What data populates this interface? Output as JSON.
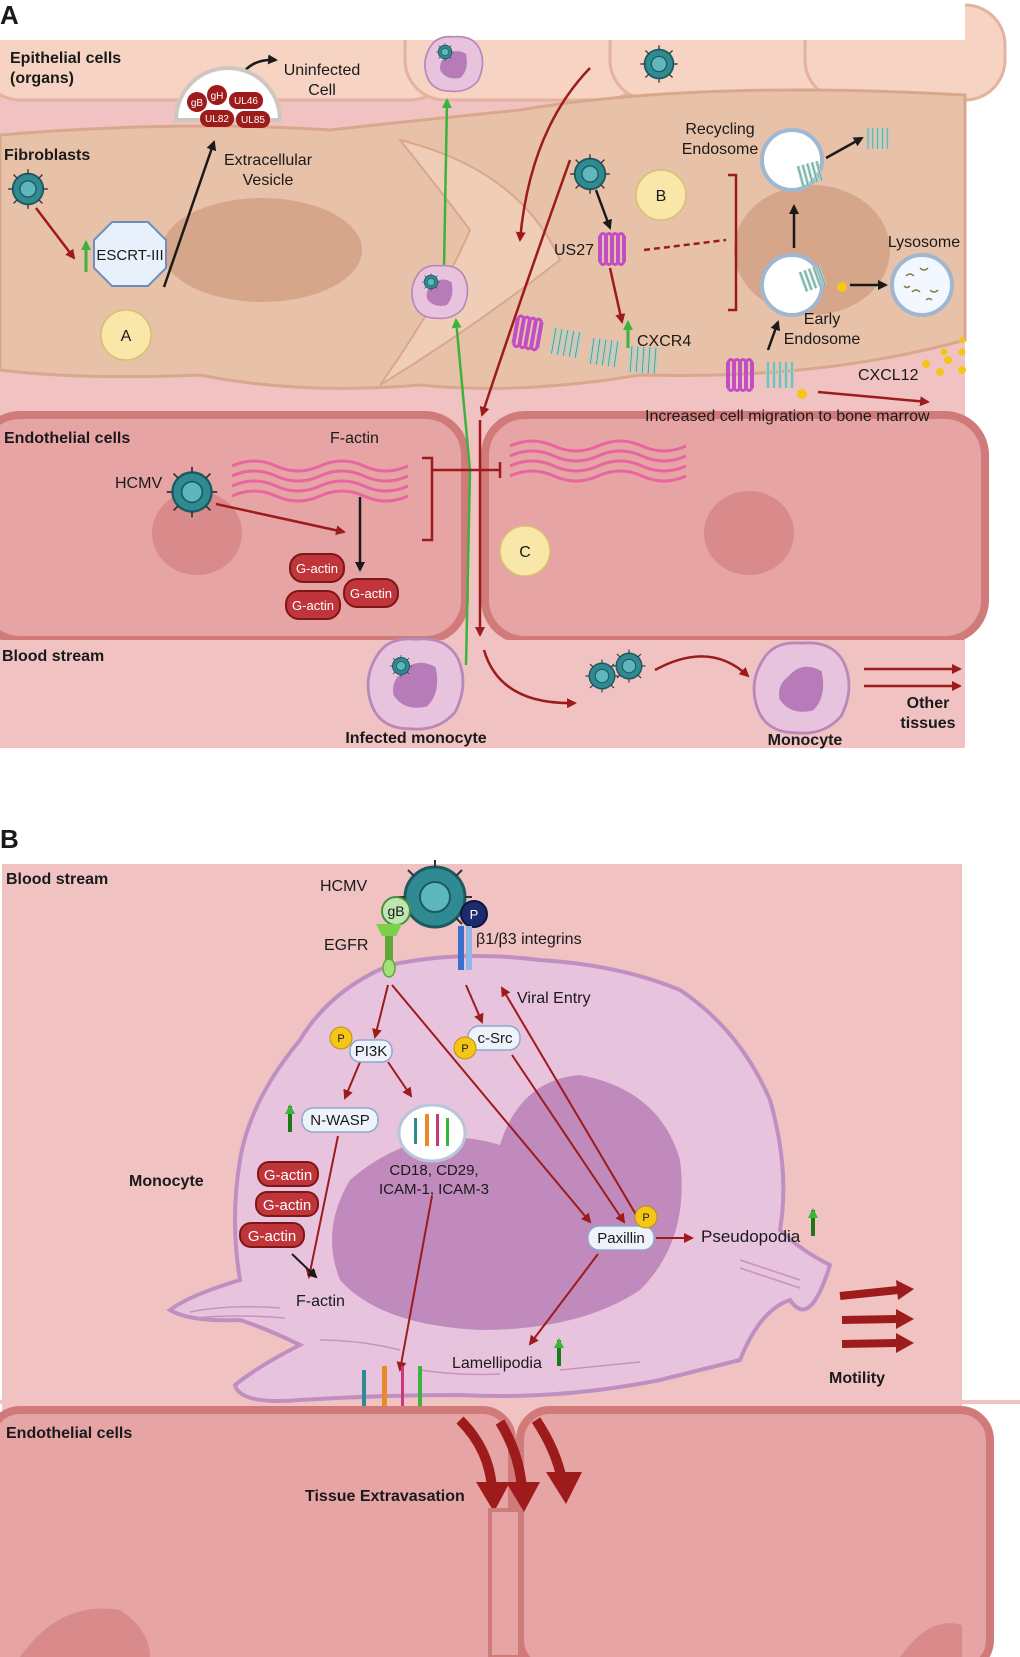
{
  "panelA": {
    "letter": "A",
    "regions": {
      "epithelial": "Epithelial cells\n(organs)",
      "fibroblasts": "Fibroblasts",
      "endothelial": "Endothelial cells",
      "blood": "Blood stream"
    },
    "labels": {
      "uninfected": "Uninfected\nCell",
      "ev": "Extracellular\nVesicle",
      "escrt": "ESCRT-III",
      "markerA": "A",
      "markerB": "B",
      "markerC": "C",
      "recycling": "Recycling\nEndosome",
      "lysosome": "Lysosome",
      "early": "Early\nEndosome",
      "us27": "US27",
      "cxcr4": "CXCR4",
      "cxcl12": "CXCL12",
      "migration": "Increased cell migration to bone marrow",
      "factin": "F-actin",
      "hcmv": "HCMV",
      "gactin1": "G-actin",
      "gactin2": "G-actin",
      "gactin3": "G-actin",
      "infected": "Infected monocyte",
      "monocyte": "Monocyte",
      "other": "Other\ntissues"
    },
    "ev_proteins": [
      "gB",
      "gH",
      "UL46",
      "UL82",
      "UL85"
    ]
  },
  "panelB": {
    "letter": "B",
    "labels": {
      "blood": "Blood stream",
      "hcmv": "HCMV",
      "gb": "gB",
      "p": "P",
      "egfr": "EGFR",
      "integrins": "β1/β3 integrins",
      "viral_entry": "Viral Entry",
      "pi3k": "PI3K",
      "csrc": "c-Src",
      "nwasp": "N-WASP",
      "cd": "CD18, CD29,\nICAM-1, ICAM-3",
      "monocyte": "Monocyte",
      "gactin1": "G-actin",
      "gactin2": "G-actin",
      "gactin3": "G-actin",
      "paxillin": "Paxillin",
      "pseudopodia": "Pseudopodia",
      "factin": "F-actin",
      "lamellipodia": "Lamellipodia",
      "motility": "Motility",
      "endothelial": "Endothelial cells",
      "extravasation": "Tissue Extravasation"
    }
  },
  "colors": {
    "dark_red": "#9e1b1b",
    "green": "#2e8b2e",
    "virus": "#2f8a92",
    "phospho": "#f5c518"
  }
}
